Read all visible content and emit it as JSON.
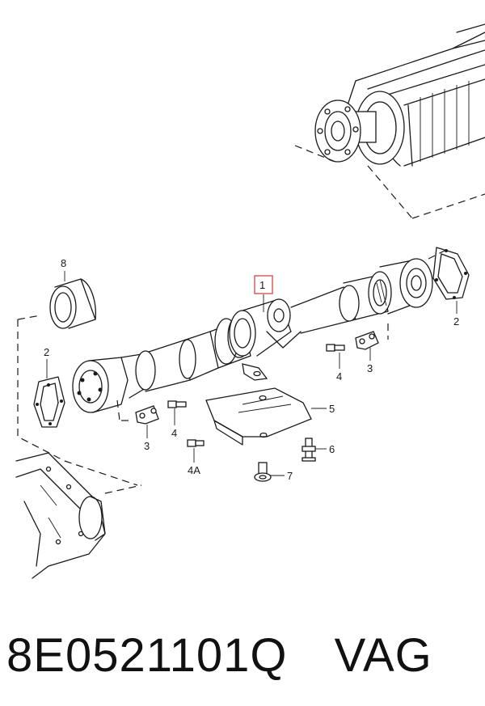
{
  "callouts": {
    "c1": "1",
    "c2_left": "2",
    "c2_right": "2",
    "c3_left": "3",
    "c3_right": "3",
    "c4_left": "4",
    "c4_right": "4",
    "c4a": "4A",
    "c5": "5",
    "c6": "6",
    "c7": "7",
    "c8": "8"
  },
  "caption": {
    "part_number": "8E0521101Q",
    "brand": "VAG"
  },
  "colors": {
    "highlight": "#d9534f",
    "ink": "#1a1a1a"
  }
}
